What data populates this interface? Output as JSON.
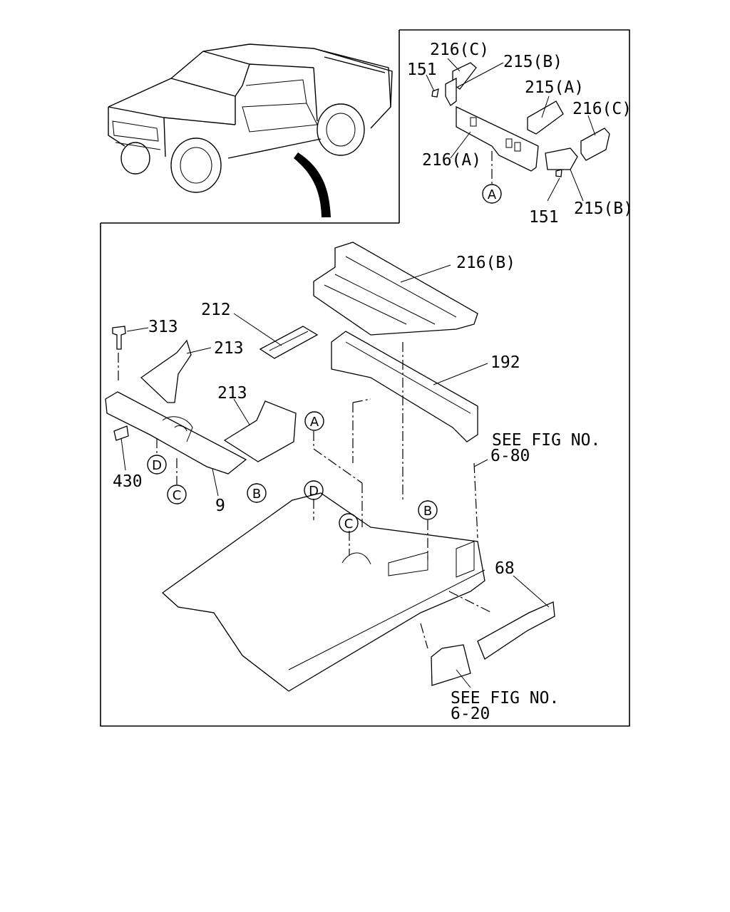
{
  "labels": {
    "l216c_top": "216(C)",
    "l215b_top": "215(B)",
    "l151_top": "151",
    "l215a": "215(A)",
    "l216c_right": "216(C)",
    "l216a": "216(A)",
    "l151_bottom": "151",
    "l215b_bottom": "215(B)",
    "l216b": "216(B)",
    "l212": "212",
    "l313": "313",
    "l213_upper": "213",
    "l213_lower": "213",
    "l192": "192",
    "l430": "430",
    "l9": "9",
    "l68": "68"
  },
  "callouts": {
    "see_fig_1_line1": "SEE FIG NO.",
    "see_fig_1_line2": "6-80",
    "see_fig_2_line1": "SEE FIG NO.",
    "see_fig_2_line2": "6-20"
  },
  "circled_refs": {
    "inset_a": "A",
    "main_a": "A",
    "left_d": "D",
    "left_c": "C",
    "left_b": "B",
    "floor_d": "D",
    "floor_c": "C",
    "floor_b": "B"
  }
}
